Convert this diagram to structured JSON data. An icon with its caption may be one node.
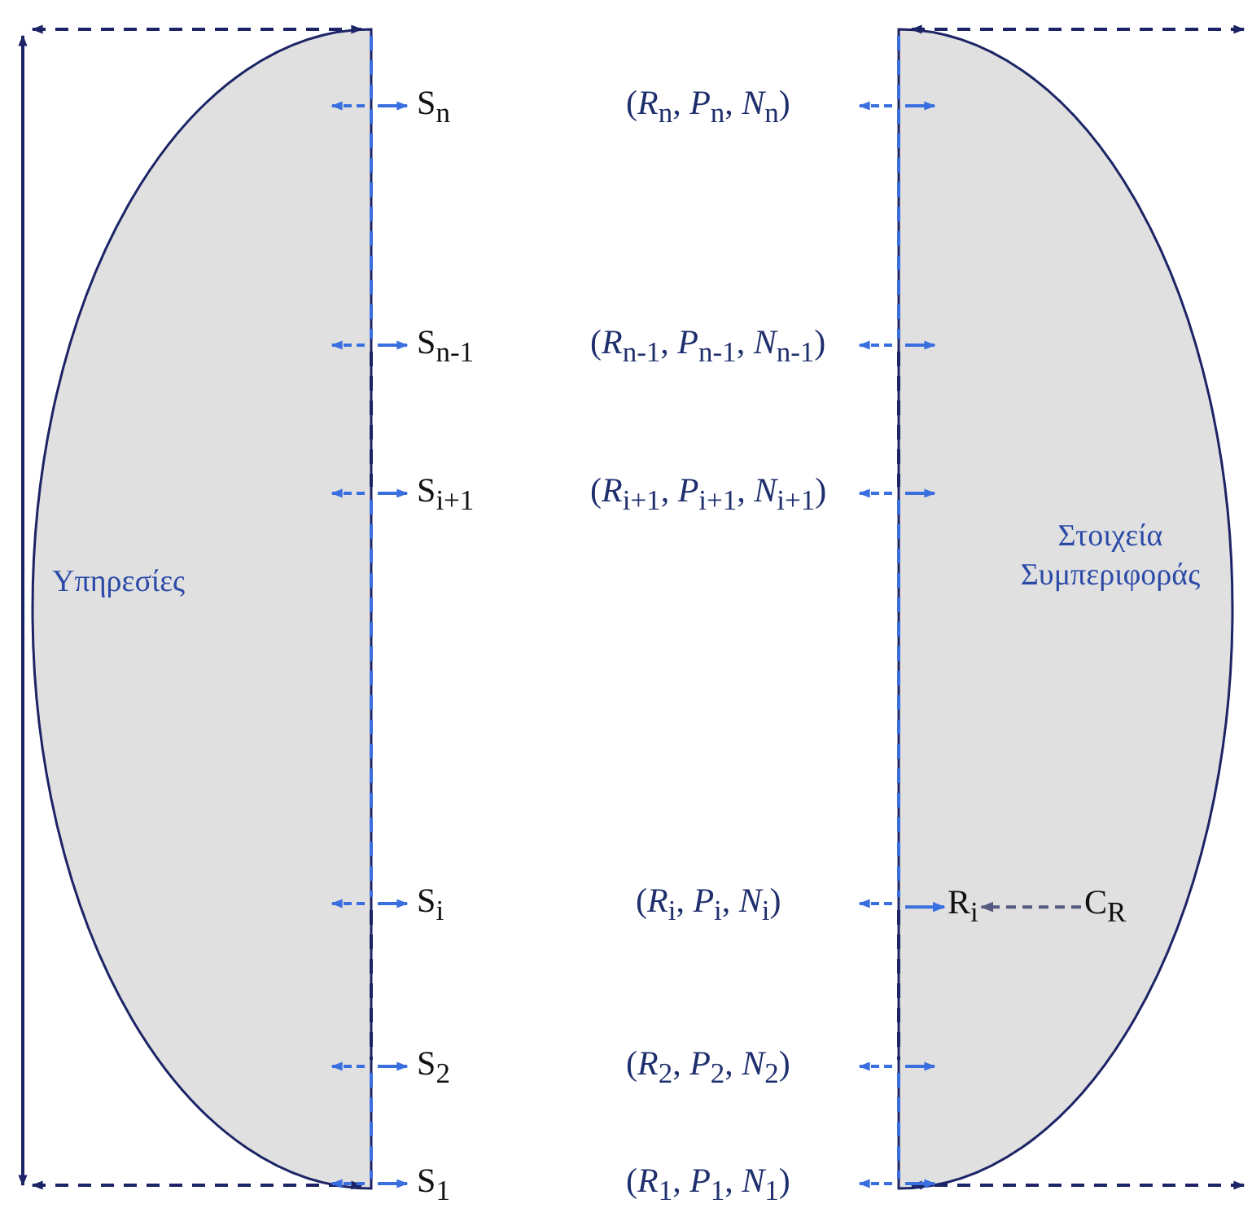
{
  "diagram": {
    "nodes": [
      {
        "text": [
          "Υπηρεσίες"
        ]
      },
      {
        "text": [
          "Στοιχεία Συμπεριφοράς"
        ]
      },
      {
        "text": [
          "R$_{i}$"
        ],
        "in": 1
      },
      {
        "text": [
          "C$_{R}$"
        ],
        "in": 1
      }
    ],
    "edges": [
      {
        "from": 3,
        "to": 2,
        "arrow": "to",
        "style": "dashed",
        "color": "#555a80"
      },
      {
        "from": null,
        "to": 2,
        "arrow": "to",
        "color": "#3a6fe0"
      }
    ],
    "labels": [
      "S$_{n}$",
      "(*R*$_{n}$, *P*$_{n}$, *N*$_{n}$)",
      "S$_{n-1}$",
      "(*R*$_{n-1}$, *P*$_{n-1}$, *N*$_{n-1}$)",
      "S$_{i+1}$",
      "(*R*$_{i+1}$, *P*$_{i+1}$, *N*$_{i+1}$)",
      "S$_{i}$",
      "(*R*$_{i}$, *P*$_{i}$, *N*$_{i}$)",
      "S$_{2}$",
      "(*R*$_{2}$, *P*$_{2}$, *N*$_{2}$)",
      "S$_{1}$",
      "(*R*$_{1}$, *P*$_{1}$, *N*$_{1}$)"
    ]
  }
}
